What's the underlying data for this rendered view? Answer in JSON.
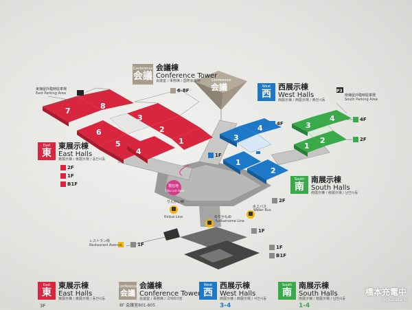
{
  "colors": {
    "east": "#d7263d",
    "west": "#1e78c8",
    "south": "#3aa94a",
    "conference": "#a79d8c",
    "gray": "#8a8a8a"
  },
  "conference": {
    "badge_small": "Conference",
    "badge_kanji": "会議",
    "jp": "会議棟",
    "en": "Conference Tower",
    "sub": "会議室 / 事務棟 / 国際会議場",
    "floor": "6-8F",
    "tower_small": "Conference",
    "tower_kanji": "会議"
  },
  "west": {
    "badge_small": "West",
    "badge_kanji": "西",
    "jp": "西展示棟",
    "en": "West Halls",
    "sub": "西展示棟 / 西展示場 / 西전시동",
    "halls": [
      "1",
      "2",
      "3",
      "4"
    ],
    "floors": [
      "4F",
      "1F"
    ]
  },
  "east": {
    "badge_small": "East",
    "badge_kanji": "東",
    "jp": "東展示棟",
    "en": "East Halls",
    "sub": "東展示棟 / 東展示場 / 동전시동",
    "halls": [
      "1",
      "2",
      "3",
      "4",
      "5",
      "6",
      "7",
      "8"
    ],
    "floors": [
      "2F",
      "1F",
      "B1F"
    ],
    "parking": "東棟屋外臨時駐車場",
    "parking_en": "East Parking Area"
  },
  "south": {
    "badge_small": "South",
    "badge_kanji": "南",
    "jp": "南展示棟",
    "en": "South Halls",
    "sub": "南展示棟 / 南展示場 / 남전시동",
    "halls": [
      "1",
      "2",
      "3",
      "4"
    ],
    "floors": [
      "4F",
      "2F"
    ],
    "parking_tag": "P3",
    "parking": "南棟屋外臨時駐車場",
    "parking_en": "South Parking Area"
  },
  "entrance": {
    "floors": [
      "2F",
      "1F",
      "1F",
      "B1F"
    ]
  },
  "you_are_here": {
    "jp": "現在地",
    "en": "You are Here"
  },
  "stations": {
    "rinkai": "りんかい線",
    "rinkai_en": "Rinkai Line",
    "yurikamome": "ゆりかもめ",
    "yurikamome_en": "Yurikamome Line",
    "bus": "水上バス",
    "bus_en": "Water Bus"
  },
  "restaurant": {
    "jp": "レストラン街",
    "en": "Restaurant Avenue",
    "floor": "1F"
  },
  "legend": [
    {
      "key": "east",
      "badge_small": "East",
      "badge_kanji": "東",
      "jp": "東展示棟",
      "en": "East Halls",
      "sub": "東展示棟 / 東展示場 / 동전시동",
      "floor": "3F"
    },
    {
      "key": "conference",
      "badge_small": "Conference",
      "badge_kanji": "会議",
      "jp": "会議棟",
      "en": "Conference Tower",
      "sub": "会議室 / 事務棟 / 국제회의장",
      "floor": "8F 会議室801-805"
    },
    {
      "key": "west",
      "badge_small": "West",
      "badge_kanji": "西",
      "jp": "西展示棟",
      "en": "West Halls",
      "sub": "西展示棟 / 西展示場 / 서전시동",
      "floor": "3-4"
    },
    {
      "key": "south",
      "badge_small": "South",
      "badge_kanji": "南",
      "jp": "南展示棟",
      "en": "South Halls",
      "sub": "南展示棟 / 南展示場 / 남전시동",
      "floor": "1-4"
    }
  ],
  "watermark": {
    "name": "橋本充電中",
    "handle": "@chabata_k"
  }
}
